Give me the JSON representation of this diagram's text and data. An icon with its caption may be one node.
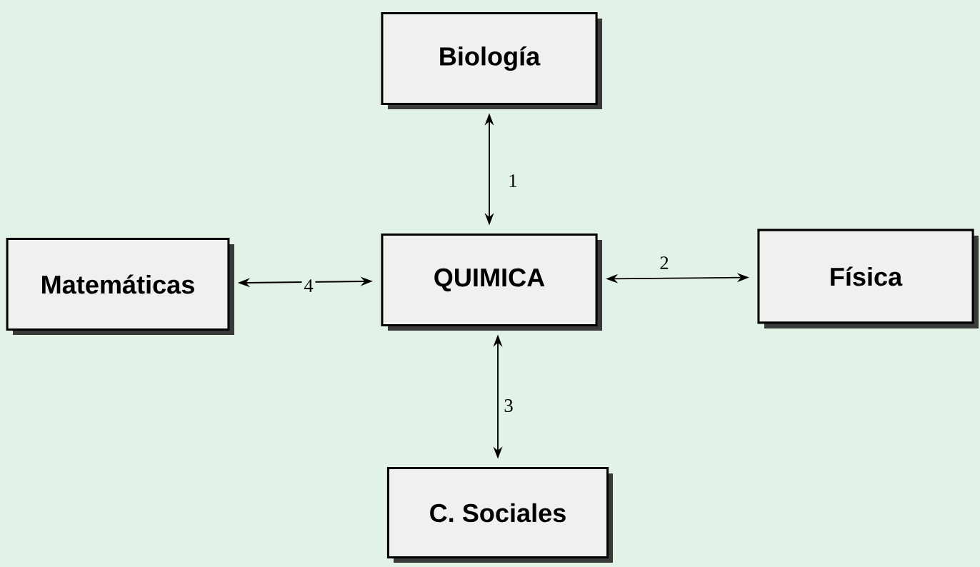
{
  "diagram": {
    "nodes": [
      {
        "text": [
          "Biología"
        ]
      },
      {
        "text": [
          "Matemáticas"
        ]
      },
      {
        "text": [
          "QUIMICA"
        ]
      },
      {
        "text": [
          "Física"
        ]
      },
      {
        "text": [
          "C. Sociales"
        ]
      }
    ],
    "edges": [
      {
        "from": 2,
        "to": 0,
        "arrow": "both",
        "label": "1"
      },
      {
        "from": 2,
        "to": 3,
        "arrow": "both",
        "label": "2"
      },
      {
        "from": 2,
        "to": 4,
        "arrow": "both",
        "label": "3"
      },
      {
        "from": 1,
        "to": 2,
        "arrow": "both",
        "label": "4"
      }
    ]
  }
}
